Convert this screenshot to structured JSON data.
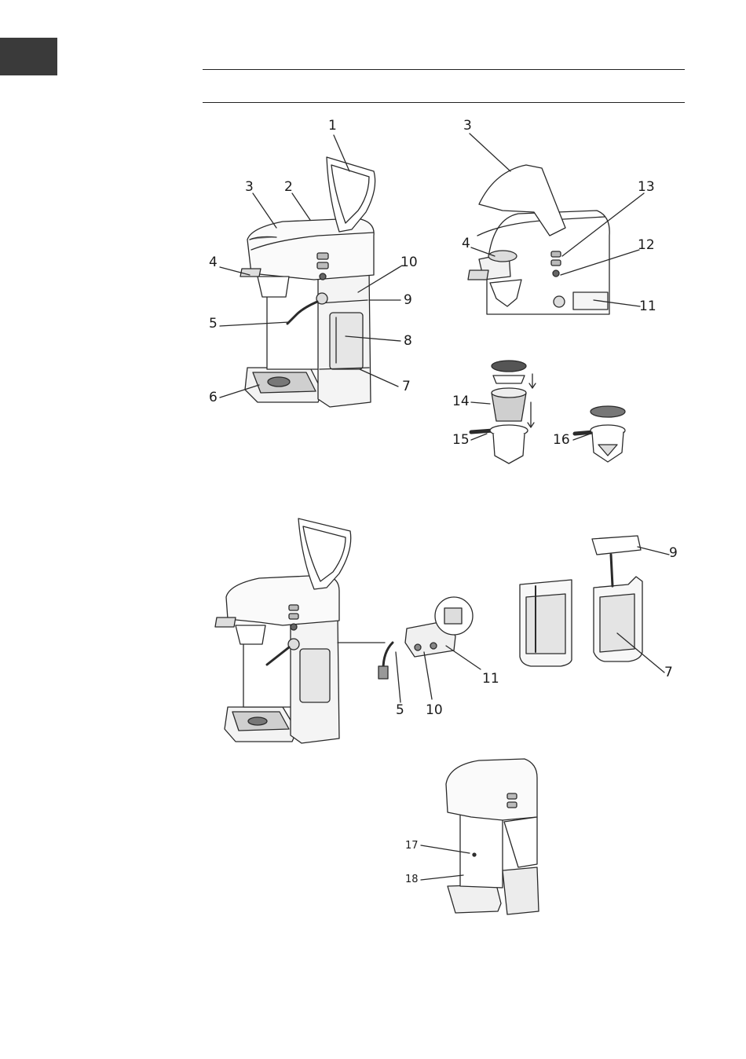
{
  "page": {
    "language_tab_color": "#3a3a3a"
  },
  "diagram_labels": {
    "a1": "1",
    "a2": "2",
    "a3": "3",
    "a4": "4",
    "a5": "5",
    "a6": "6",
    "a7": "7",
    "a8": "8",
    "a9": "9",
    "a10": "10",
    "b3": "3",
    "b4": "4",
    "b11": "11",
    "b12": "12",
    "b13": "13",
    "b14": "14",
    "b15": "15",
    "b16": "16",
    "c5": "5",
    "c10": "10",
    "c11": "11",
    "d7": "7",
    "d9": "9",
    "e17": "17",
    "e18": "18"
  }
}
